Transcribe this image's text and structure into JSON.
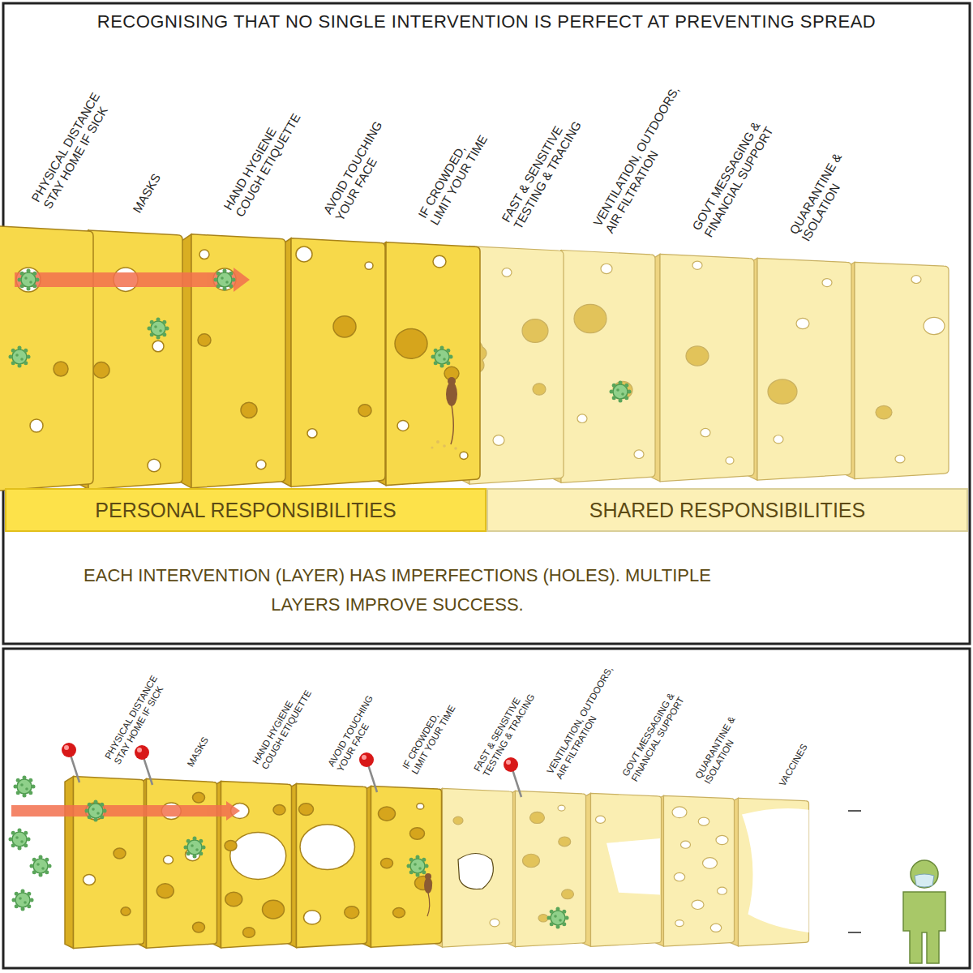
{
  "diagram": {
    "title": "RECOGNISING THAT NO SINGLE INTERVENTION IS PERFECT AT PREVENTING SPREAD",
    "caption": "EACH INTERVENTION (LAYER) HAS IMPERFECTIONS (HOLES). MULTIPLE LAYERS IMPROVE SUCCESS.",
    "nodes": [
      {
        "text": [
          "PERSONAL RESPONSIBILITIES"
        ]
      },
      {
        "text": [
          "SHARED RESPONSIBILITIES"
        ]
      }
    ],
    "labels": [
      "PHYSICAL DISTANCE STAY HOME IF SICK",
      "MASKS",
      "HAND HYGIENE COUGH ETIQUETTE",
      "AVOID TOUCHING YOUR FACE",
      "IF CROWDED, LIMIT YOUR TIME",
      "FAST & SENSITIVE TESTING & TRACING",
      "VENTILATION, OUTDOORS, AIR FILTRATION",
      "GOVT MESSAGING & FINANCIAL SUPPORT",
      "QUARANTINE & ISOLATION",
      "PHYSICAL DISTANCE STAY HOME IF SICK",
      "MASKS",
      "HAND HYGIENE COUGH ETIQUETTE",
      "AVOID TOUCHING YOUR FACE",
      "IF CROWDED, LIMIT YOUR TIME",
      "FAST & SENSITIVE TESTING & TRACING",
      "VENTILATION, OUTDOORS, AIR FILTRATION",
      "GOVT MESSAGING & FINANCIAL SUPPORT",
      "QUARANTINE & ISOLATION",
      "VACCINES"
    ]
  }
}
